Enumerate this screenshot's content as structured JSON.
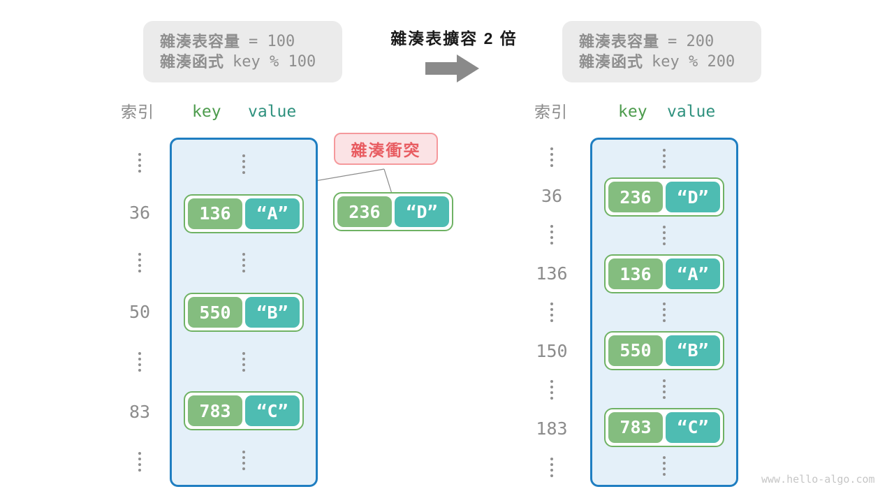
{
  "header": {
    "left_box": {
      "capacity_label": "雜湊表容量",
      "capacity_value": "= 100",
      "hash_label": "雜湊函式",
      "hash_value": "key % 100"
    },
    "title": "雜湊表擴容 2 倍",
    "arrow_icon": "right-arrow",
    "right_box": {
      "capacity_label": "雜湊表容量",
      "capacity_value": "= 200",
      "hash_label": "雜湊函式",
      "hash_value": "key % 200"
    }
  },
  "columns": {
    "index": "索引",
    "key": "key",
    "value": "value"
  },
  "collision": {
    "label": "雜湊衝突"
  },
  "floating_pair": {
    "key": "236",
    "value": "“D”"
  },
  "left_table": {
    "capacity": "100",
    "entries": [
      {
        "index": "36",
        "key": "136",
        "value": "“A”"
      },
      {
        "index": "50",
        "key": "550",
        "value": "“B”"
      },
      {
        "index": "83",
        "key": "783",
        "value": "“C”"
      }
    ]
  },
  "right_table": {
    "capacity": "200",
    "entries": [
      {
        "index": "36",
        "key": "236",
        "value": "“D”"
      },
      {
        "index": "136",
        "key": "136",
        "value": "“A”"
      },
      {
        "index": "150",
        "key": "550",
        "value": "“B”"
      },
      {
        "index": "183",
        "key": "783",
        "value": "“C”"
      }
    ]
  },
  "watermark": "www.hello-algo.com",
  "colors": {
    "key_cell": "#84BD7F",
    "value_cell": "#4EBCB2",
    "pair_border": "#6FB264",
    "table_fill": "#E4F0F9",
    "table_border": "#1F7EC1",
    "collision_bg": "#FBE3E5",
    "collision_border": "#F5999C",
    "collision_text": "#E85D62",
    "info_box_bg": "#EBEBEB",
    "muted_text": "#8E8E8E",
    "key_header_text": "#4C9B4C",
    "value_header_text": "#2F917E",
    "arrow": "#8A8A8A"
  }
}
